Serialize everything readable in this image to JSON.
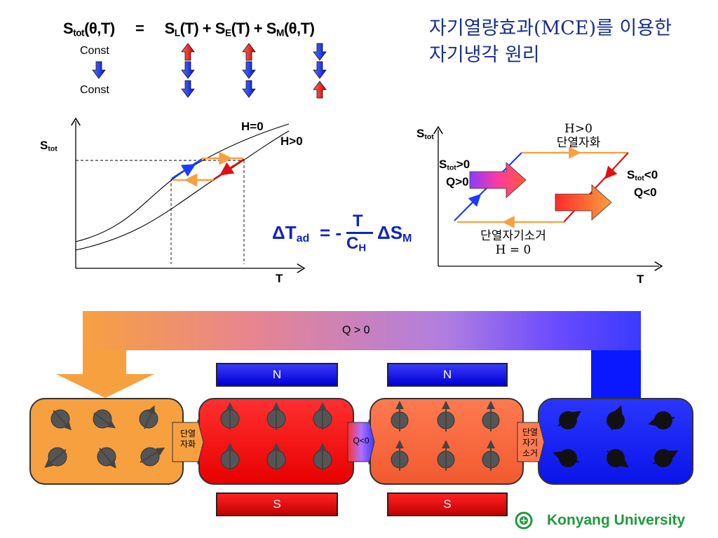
{
  "equation": {
    "lhs": "S",
    "lhs_sub": "tot",
    "lhs_args": "(θ,T)",
    "equals": "=",
    "term_l": "S",
    "term_l_sub": "L",
    "term_l_args": "(T)",
    "plus1": "+",
    "term_e": "S",
    "term_e_sub": "E",
    "term_e_args": "(T)",
    "plus2": "+",
    "term_m": "S",
    "term_m_sub": "M",
    "term_m_args": "(θ,T)",
    "const_top": "Const",
    "const_bottom": "Const"
  },
  "title": {
    "line1": "자기열량효과(MCE)를 이용한",
    "line2": "자기냉각 원리"
  },
  "graph_left": {
    "ylabel": "S",
    "ylabel_sub": "tot",
    "xlabel": "T",
    "curve1_label": "H=0",
    "curve2_label": "H>0"
  },
  "formula": {
    "lhs": "ΔT",
    "lhs_sub": "ad",
    "eq": "= -",
    "numerator": "T",
    "denominator": "C",
    "denominator_sub": "H",
    "rhs": "ΔS",
    "rhs_sub": "M"
  },
  "graph_right": {
    "ylabel": "S",
    "ylabel_sub": "tot",
    "xlabel": "T",
    "top_line1": "H>0",
    "top_line2": "단열자화",
    "bottom_line1": "단열자기소거",
    "bottom_line2": "H = 0",
    "left_label1": "S",
    "left_label1_sub": "tot",
    "left_label1_suffix": ">0",
    "left_label2": "Q>0",
    "right_label1": "S",
    "right_label1_sub": "tot",
    "right_label1_suffix": "<0",
    "right_label2": "Q<0"
  },
  "cycle": {
    "heat_flow_label": "Q > 0",
    "magnet_n1": "N",
    "magnet_n2": "N",
    "magnet_s1": "S",
    "magnet_s2": "S",
    "conn1_line1": "단열",
    "conn1_line2": "자화",
    "conn2": "Q<0",
    "conn3_line1": "단열",
    "conn3_line2": "자기",
    "conn3_line3": "소거"
  },
  "footer": {
    "university": "Konyang University"
  },
  "colors": {
    "title_blue": "#1a2f8a",
    "arrow_red": "#ff1a1a",
    "arrow_blue": "#1a3cff",
    "arrow_orange": "#f7a040",
    "box_orange": "#f7a040",
    "box_red": "#ff1010",
    "box_orange_red": "#ff6a3a",
    "box_blue": "#0a18ff",
    "footer_green": "#1f9a3c"
  }
}
